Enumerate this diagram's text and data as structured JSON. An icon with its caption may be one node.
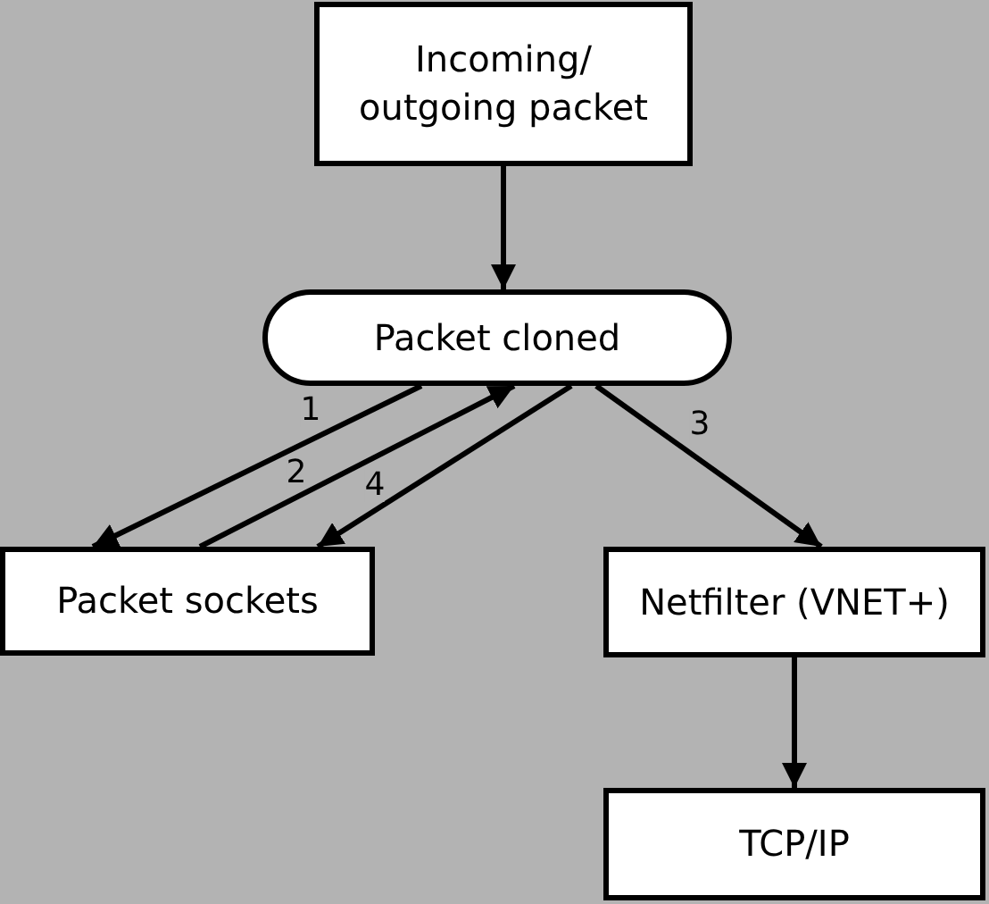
{
  "diagram": {
    "nodes": [
      {
        "text": [
          "Incoming/ outgoing packet"
        ]
      },
      {
        "text": [
          "Packet cloned"
        ]
      },
      {
        "text": [
          "Packet sockets"
        ]
      },
      {
        "text": [
          "Netfilter (VNET+)"
        ]
      },
      {
        "text": [
          "TCP/IP"
        ]
      }
    ],
    "edges": [
      {
        "from": 0,
        "to": 1,
        "arrow": "to"
      },
      {
        "from": 1,
        "to": 2,
        "arrow": "to",
        "label": "1"
      },
      {
        "from": 2,
        "to": 1,
        "arrow": "to",
        "label": "2"
      },
      {
        "from": 1,
        "to": 3,
        "arrow": "to",
        "label": "3"
      },
      {
        "from": 1,
        "to": 2,
        "arrow": "to",
        "label": "4"
      },
      {
        "from": 3,
        "to": 4,
        "arrow": "to"
      }
    ]
  }
}
